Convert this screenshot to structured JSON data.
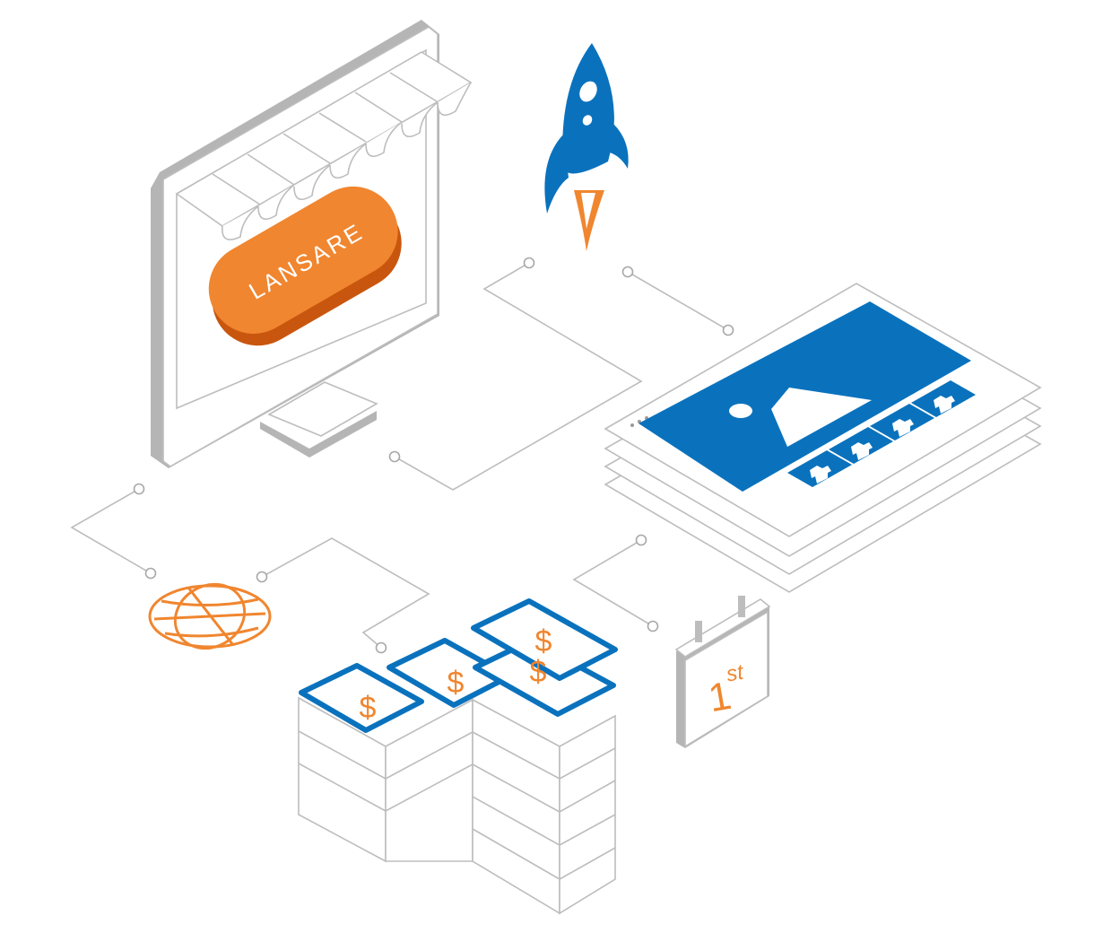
{
  "launch_button": {
    "label": "LANSARE",
    "color": "#f0862f",
    "shadow": "#c9560e"
  },
  "calendar": {
    "day": "1",
    "suffix": "st"
  },
  "money": {
    "symbol": "$"
  },
  "colors": {
    "brand_blue": "#0a72bd",
    "accent_orange": "#f0862f",
    "outline_gray": "#bdbdbd",
    "monitor_gray": "#b5b5b5"
  },
  "icons": [
    "monitor-storefront-icon",
    "rocket-icon",
    "product-page-icon",
    "globe-icon",
    "money-stack-icon",
    "calendar-icon"
  ]
}
